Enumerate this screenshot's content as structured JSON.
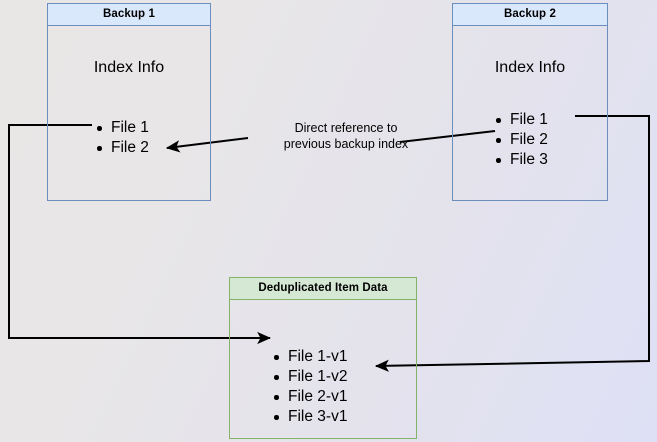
{
  "diagram": {
    "title_hidden": "Backup deduplication index reference diagram",
    "boxes": [
      {
        "id": "backup1",
        "title": "Backup 1",
        "section_label": "Index Info",
        "accent": "#6c8ebf",
        "header_fill": "#dae8fc",
        "items": [
          "File 1",
          "File 2"
        ]
      },
      {
        "id": "backup2",
        "title": "Backup 2",
        "section_label": "Index Info",
        "accent": "#6c8ebf",
        "header_fill": "#dae8fc",
        "items": [
          "File 1",
          "File 2",
          "File 3"
        ]
      },
      {
        "id": "dedup",
        "title": "Deduplicated Item Data",
        "accent": "#82b366",
        "header_fill": "#d5e8d4",
        "items": [
          "File 1-v1",
          "File 1-v2",
          "File 2-v1",
          "File 3-v1"
        ]
      }
    ],
    "annotations": [
      {
        "id": "direct-reference",
        "text": "Direct reference to\nprevious backup index"
      }
    ],
    "connectors": [
      {
        "id": "backup1-to-dedup",
        "from": "Backup 1 / File 1",
        "to": "Deduplicated Item Data / File 1-v1",
        "arrow": "end"
      },
      {
        "id": "backup2-to-dedup",
        "from": "Backup 2 / File 1",
        "to": "Deduplicated Item Data / File 1-v2",
        "arrow": "end"
      },
      {
        "id": "backup2-to-backup1",
        "from": "Backup 2 / File 2",
        "to": "Backup 1 / File 2",
        "arrow": "end"
      }
    ],
    "colors": {
      "line": "#000000",
      "blue_accent": "#6c8ebf",
      "blue_fill": "#dae8fc",
      "green_accent": "#82b366",
      "green_fill": "#d5e8d4",
      "background_left": "#e9e6e6",
      "background_right": "#dee0f5"
    }
  }
}
